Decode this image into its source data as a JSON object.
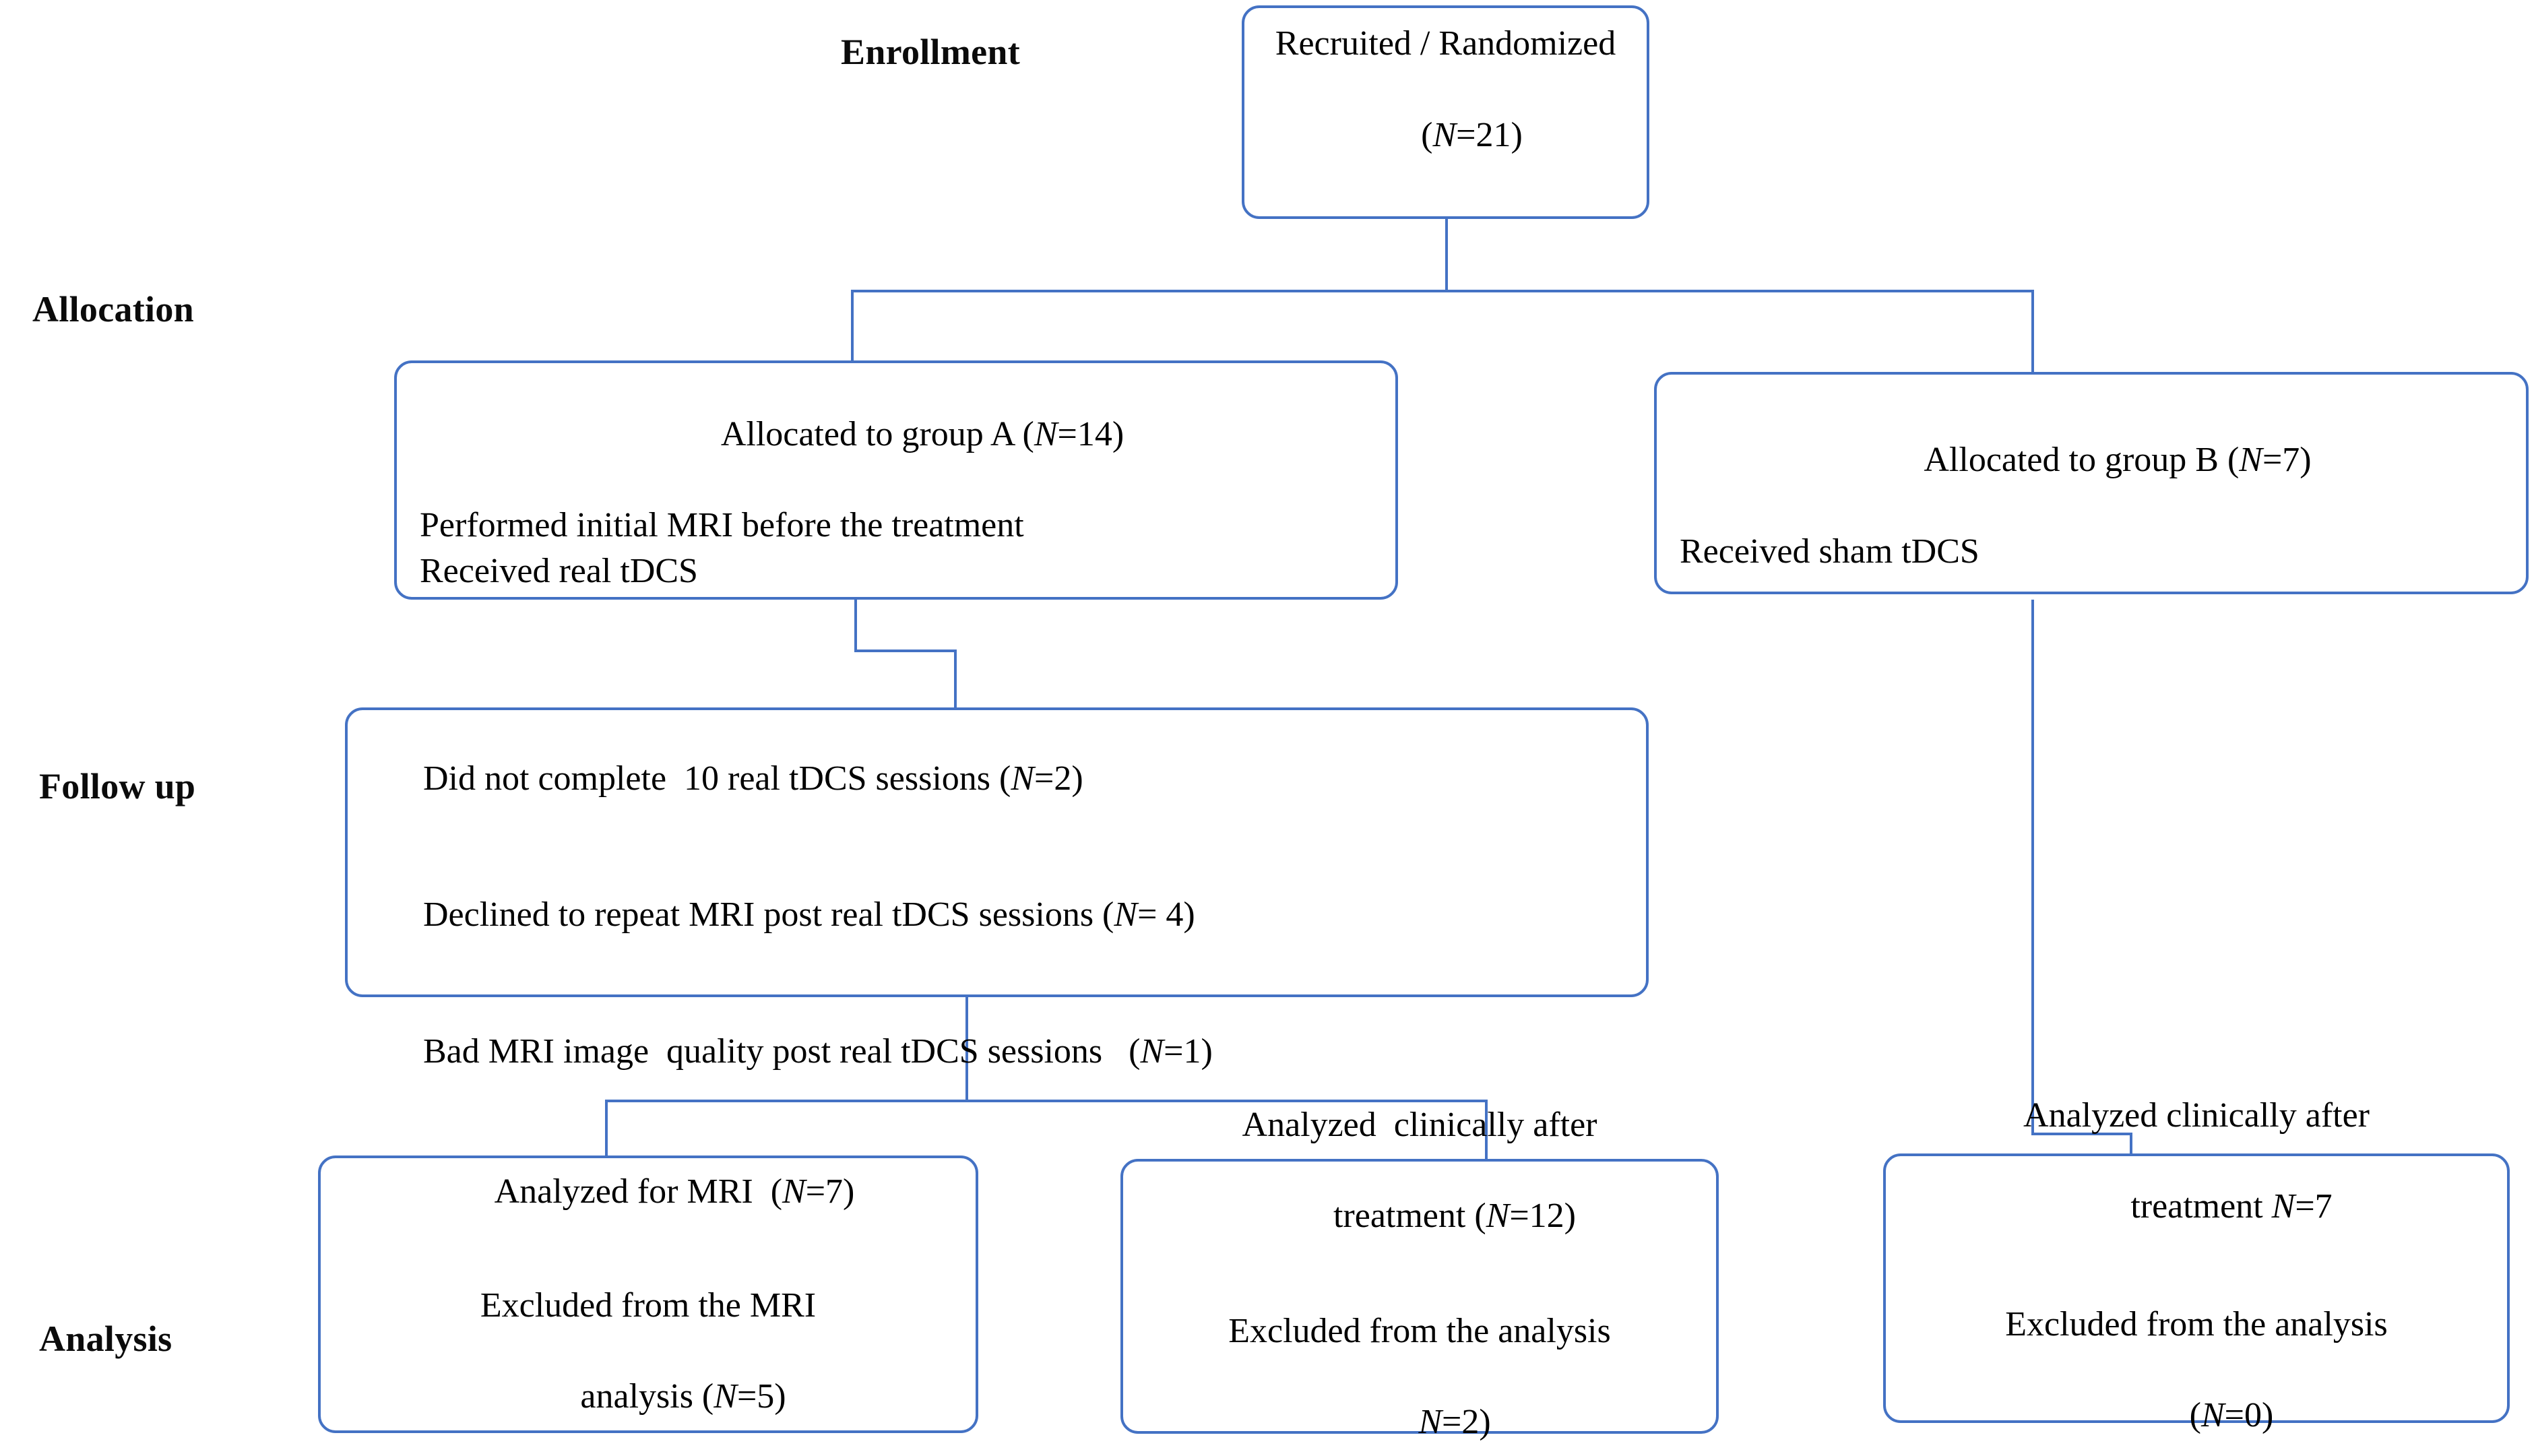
{
  "diagram": {
    "title": "CONSORT participant flow diagram",
    "accent_color": "#4472c4",
    "text_color": "#000000",
    "background_color": "#ffffff"
  },
  "stages": {
    "enrollment": "Enrollment",
    "allocation": "Allocation",
    "followup": "Follow up",
    "analysis": "Analysis"
  },
  "nodes": {
    "recruited": {
      "line1": "Recruited / Randomized",
      "line2_pre": "(",
      "line2_n": "N",
      "line2_post": "=21)"
    },
    "group_a": {
      "line1_pre": "Allocated to group A (",
      "line1_n": "N",
      "line1_post": "=14)",
      "line2": "Performed initial MRI before the treatment",
      "line3": "Received real tDCS"
    },
    "group_b": {
      "line1_pre": "Allocated to group B (",
      "line1_n": "N",
      "line1_post": "=7)",
      "line2": "Received sham tDCS"
    },
    "followup_box": {
      "line1_pre": "Did not complete  10 real tDCS sessions (",
      "line1_n": "N",
      "line1_post": "=2)",
      "line2_pre": "Declined to repeat MRI post real tDCS sessions (",
      "line2_n": "N",
      "line2_post": "= 4)",
      "line3_pre": "Bad MRI image  quality post real tDCS sessions   (",
      "line3_n": "N",
      "line3_post": "=1)"
    },
    "analysis_mri": {
      "line1_pre": "Analyzed for MRI  (",
      "line1_n": "N",
      "line1_post": "=7)",
      "line2": "Excluded from the MRI",
      "line3_pre": "analysis (",
      "line3_n": "N",
      "line3_post": "=5)"
    },
    "analysis_clinical_a": {
      "line1": "Analyzed  clinically after",
      "line2_pre": "treatment (",
      "line2_n": "N",
      "line2_post": "=12)",
      "line3": "Excluded from the analysis",
      "line4_n": "N",
      "line4_post": "=2)"
    },
    "analysis_clinical_b": {
      "line1": "Analyzed clinically after",
      "line2_pre": "treatment ",
      "line2_n": "N",
      "line2_post": "=7",
      "line3": "Excluded from the analysis",
      "line4_pre": "(",
      "line4_n": "N",
      "line4_post": "=0)"
    }
  }
}
